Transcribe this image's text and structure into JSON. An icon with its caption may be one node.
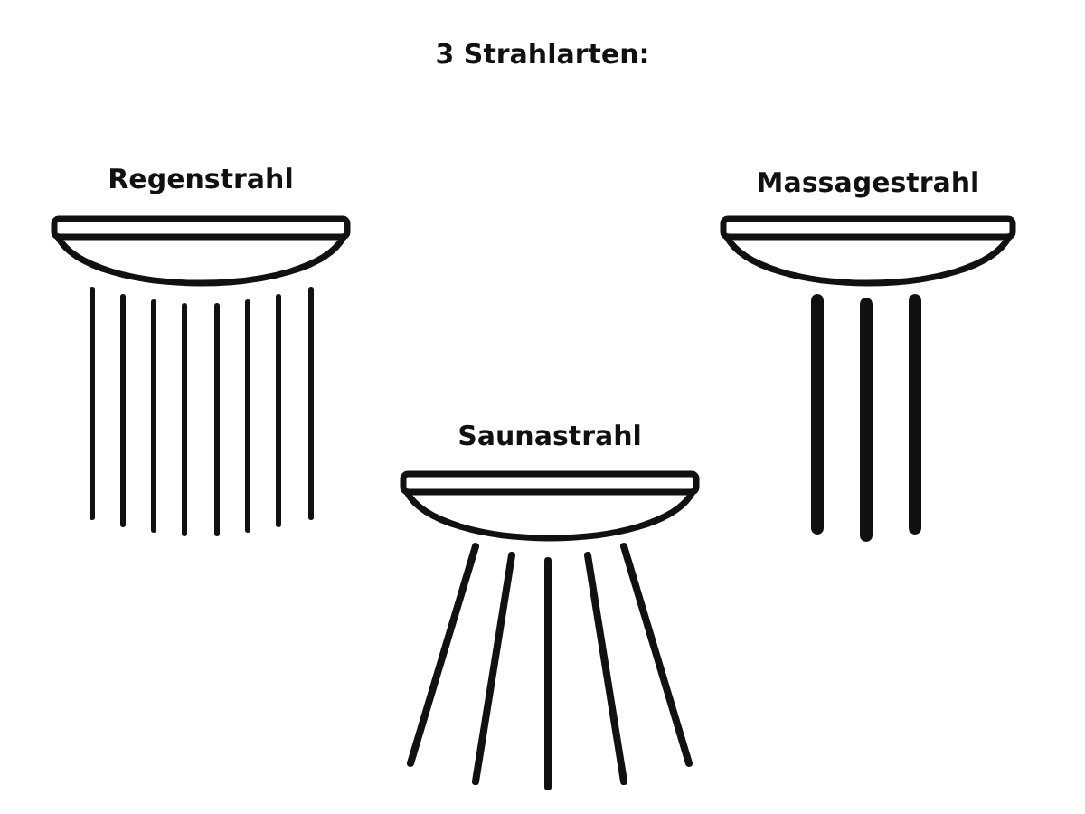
{
  "diagram": {
    "title": "3 Strahlarten:",
    "labels": [
      "Regenstrahl",
      "Massagestrahl",
      "Saunastrahl"
    ]
  }
}
